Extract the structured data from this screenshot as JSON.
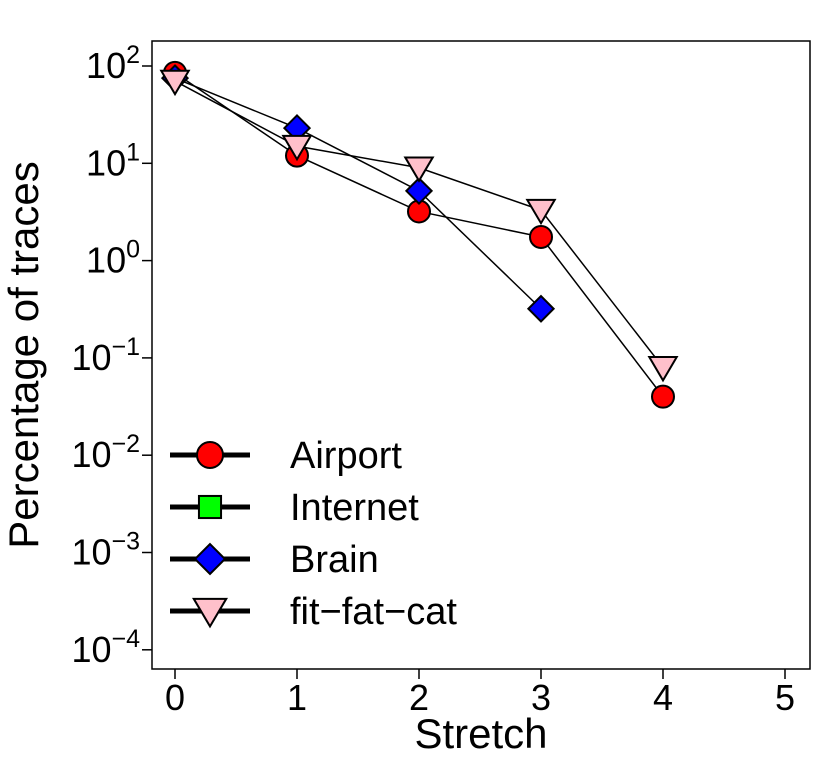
{
  "chart_data": {
    "type": "line",
    "xlabel": "Stretch",
    "ylabel": "Percentage of traces",
    "x_ticks": [
      0,
      1,
      2,
      3,
      4,
      5
    ],
    "y_scale": "log",
    "y_ticks": [
      100,
      10,
      1,
      0.1,
      0.01,
      0.001,
      0.0001
    ],
    "y_tick_exponents": [
      "2",
      "1",
      "0",
      "−1",
      "−2",
      "−3",
      "−4"
    ],
    "y_tick_base": "10",
    "xlim": [
      -0.2,
      5.2
    ],
    "ylim": [
      6e-05,
      200
    ],
    "grid": false,
    "legend_position": "bottom-left",
    "series": [
      {
        "name": "Airport",
        "marker": "circle",
        "color": "#ff0000",
        "x": [
          0,
          1,
          2,
          3,
          4
        ],
        "y": [
          85,
          12,
          3.2,
          1.75,
          0.04
        ]
      },
      {
        "name": "Internet",
        "marker": "square",
        "color": "#00ff00",
        "x": [],
        "y": []
      },
      {
        "name": "Brain",
        "marker": "diamond",
        "color": "#0000ff",
        "x": [
          0,
          1,
          2,
          3
        ],
        "y": [
          75,
          23,
          5.2,
          0.32
        ]
      },
      {
        "name": "fit−fat−cat",
        "marker": "triangle-down",
        "color": "#ffc0cb",
        "x": [
          0,
          1,
          2,
          3,
          4
        ],
        "y": [
          70,
          15,
          9,
          3.3,
          0.08
        ]
      }
    ]
  }
}
